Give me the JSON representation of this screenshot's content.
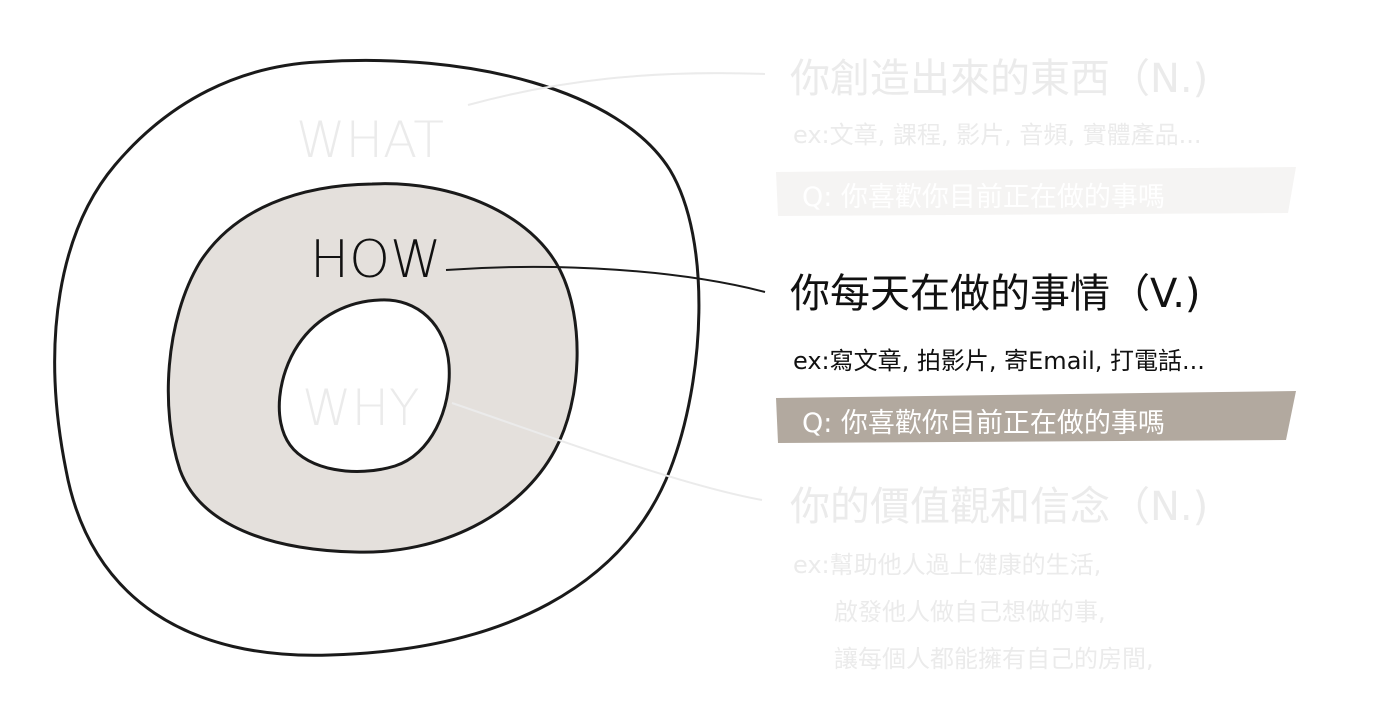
{
  "diagram": {
    "rings": {
      "what": "WHAT",
      "how": "HOW",
      "why": "WHY"
    },
    "callouts": {
      "what": {
        "title": "你創造出來的東西（N.)",
        "example": "ex:文章, 課程, 影片, 音頻, 實體產品...",
        "question": "Q: 你喜歡你目前正在做的事嗎"
      },
      "how": {
        "title": "你每天在做的事情（V.)",
        "example": "ex:寫文章, 拍影片, 寄Email, 打電話...",
        "question": "Q: 你喜歡你目前正在做的事嗎"
      },
      "why": {
        "title": "你的價值觀和信念（N.)",
        "example_lines": [
          "ex:幫助他人過上健康的生活,",
          "啟發他人做自己想做的事,",
          "讓每個人都能擁有自己的房間,"
        ]
      }
    },
    "colors": {
      "outline": "#1a1a1a",
      "middle_ring_fill": "#e4e0dc",
      "faded_text": "#ebebeb",
      "faded_question_bar": "#f5f4f3",
      "faded_question_text": "#ffffff",
      "active_text": "#111111",
      "active_question_bar": "#b2a99f",
      "active_question_text": "#ffffff",
      "faded_connector": "#ebebeb",
      "active_connector": "#1a1a1a"
    }
  }
}
